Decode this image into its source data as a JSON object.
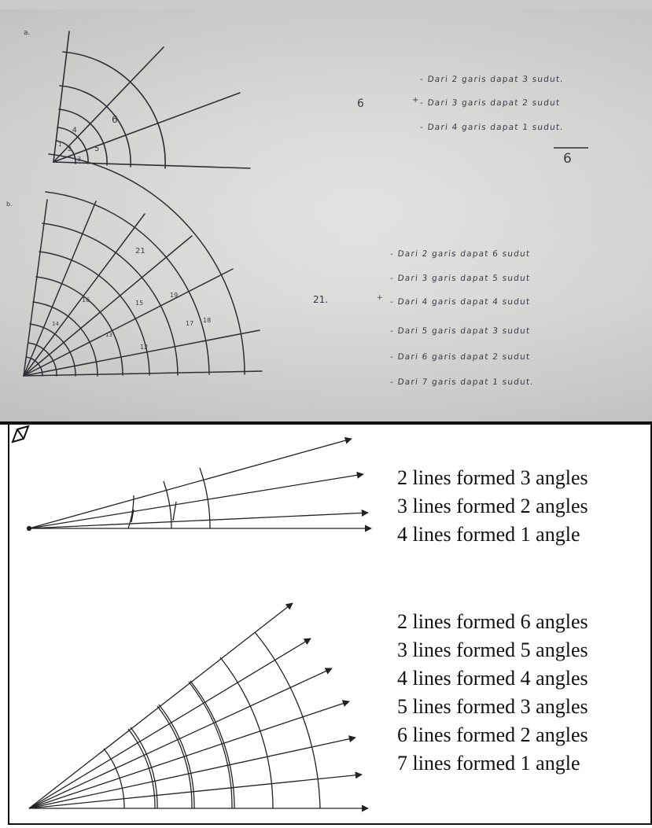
{
  "handwritten": {
    "top": {
      "label": "a.",
      "angle_labels": [
        "6",
        "5",
        "4",
        "3",
        "2",
        "1"
      ],
      "total_left": "6",
      "lines": [
        "- Dari 2 garis dapat 3 sudut.",
        "- Dari 3 garis dapat 2 sudut",
        "- Dari 4 garis dapat 1 sudut."
      ],
      "marker": "+",
      "total_right": "6"
    },
    "bottom": {
      "label": "b.",
      "angle_labels": [
        "21",
        "19",
        "18",
        "17",
        "16",
        "15",
        "14",
        "13",
        "12"
      ],
      "total_left": "21.",
      "lines": [
        "- Dari 2 garis dapat 6 sudut",
        "- Dari 3 garis dapat 5 sudut",
        "- Dari 4 garis dapat 4 sudut",
        "- Dari 5 garis dapat 3 sudut",
        "- Dari 6 garis dapat 2 sudut",
        "- Dari 7 garis dapat 1 sudut."
      ],
      "marker": "+"
    }
  },
  "typed": {
    "top": [
      "2 lines formed 3 angles",
      "3 lines formed 2 angles",
      "4 lines formed 1 angle"
    ],
    "bottom": [
      "2 lines formed 6 angles",
      "3 lines formed 5 angles",
      "4 lines formed 4 angles",
      "5 lines formed 3 angles",
      "6 lines formed 2 angles",
      "7 lines formed 1 angle"
    ]
  }
}
